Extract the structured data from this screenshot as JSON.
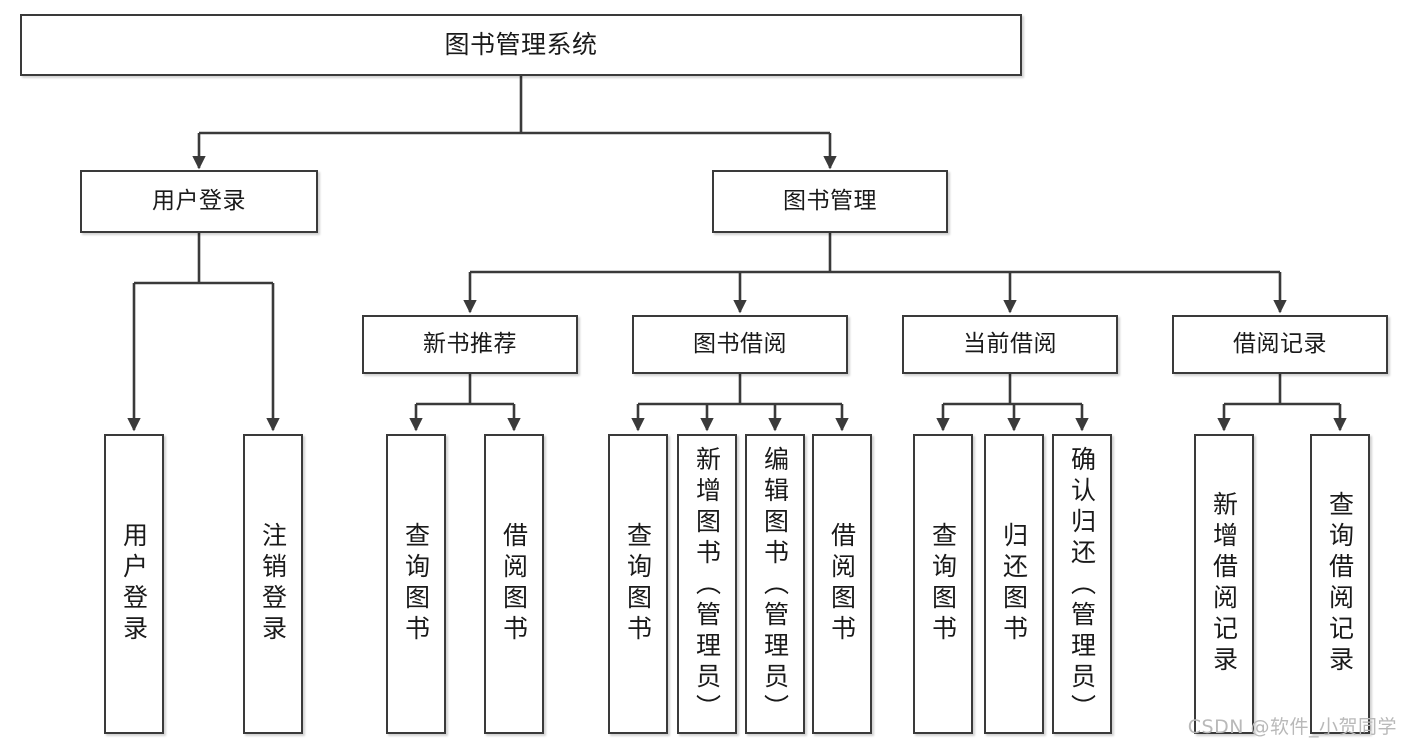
{
  "diagram": {
    "title": "图书管理系统",
    "type": "tree-hierarchy-chart",
    "colors": {
      "box_border": "#3a3a3a",
      "box_fill": "#ffffff",
      "edge": "#3a3a3a",
      "text": "#1a1a1a",
      "watermark": "#b9b9b9"
    },
    "nodes": {
      "root": {
        "label": "图书管理系统"
      },
      "level2": [
        {
          "id": "user-login",
          "label": "用户登录"
        },
        {
          "id": "book-management",
          "label": "图书管理"
        }
      ],
      "level3": [
        {
          "id": "new-book-recommend",
          "label": "新书推荐"
        },
        {
          "id": "book-borrow",
          "label": "图书借阅"
        },
        {
          "id": "current-borrow",
          "label": "当前借阅"
        },
        {
          "id": "borrow-record",
          "label": "借阅记录"
        }
      ],
      "leaves": {
        "user_login": [
          {
            "id": "leaf-user-login",
            "label": "用户登录"
          },
          {
            "id": "leaf-logout",
            "label": "注销登录"
          }
        ],
        "new_book_recommend": [
          {
            "id": "leaf-query-book-1",
            "label": "查询图书"
          },
          {
            "id": "leaf-borrow-book-1",
            "label": "借阅图书"
          }
        ],
        "book_borrow": [
          {
            "id": "leaf-query-book-2",
            "label": "查询图书"
          },
          {
            "id": "leaf-add-book",
            "label": "新增图书（管理员）"
          },
          {
            "id": "leaf-edit-book",
            "label": "编辑图书（管理员）"
          },
          {
            "id": "leaf-borrow-book-2",
            "label": "借阅图书"
          }
        ],
        "current_borrow": [
          {
            "id": "leaf-query-book-3",
            "label": "查询图书"
          },
          {
            "id": "leaf-return-book",
            "label": "归还图书"
          },
          {
            "id": "leaf-confirm-return",
            "label": "确认归还（管理员）"
          }
        ],
        "borrow_record": [
          {
            "id": "leaf-add-record",
            "label": "新增借阅记录"
          },
          {
            "id": "leaf-query-record",
            "label": "查询借阅记录"
          }
        ]
      }
    },
    "watermark": "CSDN @软件_小贺同学"
  }
}
